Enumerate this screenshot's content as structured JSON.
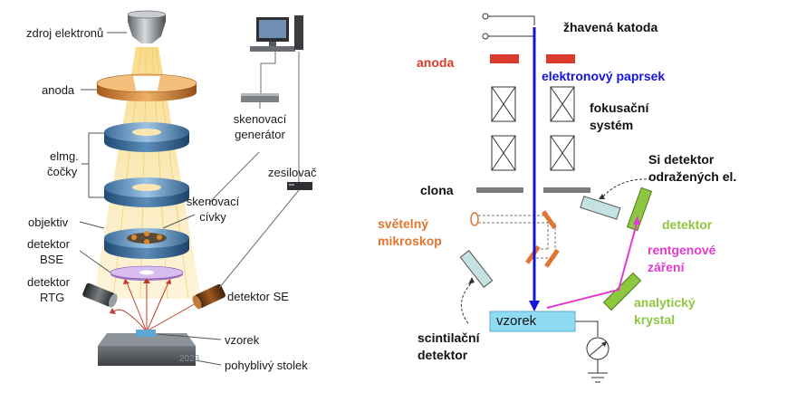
{
  "left_panel": {
    "labels": {
      "electron_source": "zdroj elektronů",
      "anode": "anoda",
      "em_lenses_1": "elmg.",
      "em_lenses_2": "čočky",
      "objective": "objektiv",
      "bse_1": "detektor",
      "bse_2": "BSE",
      "rtg_1": "detektor",
      "rtg_2": "RTG",
      "scan_coils_1": "skenovací",
      "scan_coils_2": "cívky",
      "scan_gen_1": "skenovací",
      "scan_gen_2": "generátor",
      "amplifier": "zesilovač",
      "se_detector": "detektor SE",
      "sample": "vzorek",
      "stage": "pohyblivý stolek",
      "watermark": "2023"
    }
  },
  "right_panel": {
    "labels": {
      "cathode": "žhavená katoda",
      "anode": "anoda",
      "beam": "elektronový paprsek",
      "focus_1": "fokusační",
      "focus_2": "systém",
      "aperture": "clona",
      "si_det_1": "Si detektor",
      "si_det_2": "odražených el.",
      "microscope_1": "světelný",
      "microscope_2": "mikroskop",
      "detector": "detektor",
      "xray_1": "rentgenové",
      "xray_2": "záření",
      "analyzer_1": "analytický",
      "analyzer_2": "krystal",
      "sample": "vzorek",
      "scint_1": "scintilační",
      "scint_2": "detektor"
    },
    "colors": {
      "anode": "#d93a2b",
      "beam": "#1414d6",
      "microscope": "#e0762f",
      "detector": "#8dc63f",
      "xray": "#e23bd0",
      "analyzer": "#8dc63f",
      "sample": "#8fdcf2",
      "plate": "#c5e2e2"
    }
  }
}
